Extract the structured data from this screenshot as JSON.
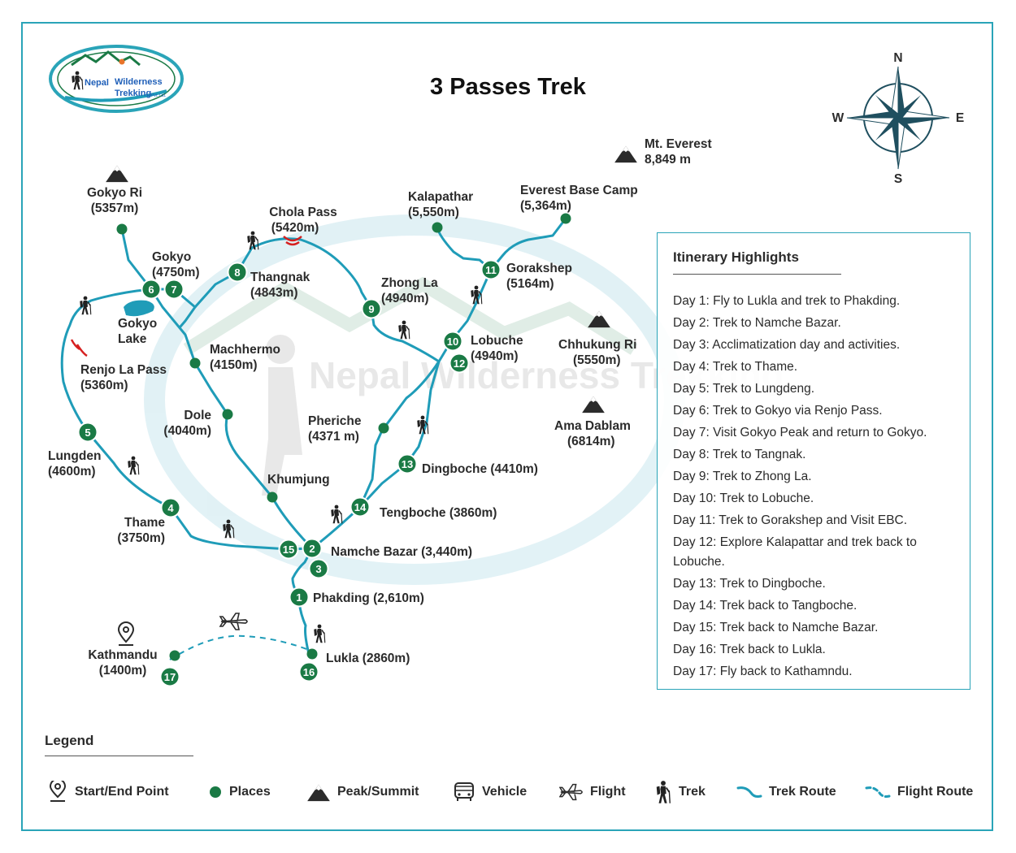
{
  "title": "3 Passes Trek",
  "logo": {
    "line1": "Nepal",
    "line2": "Wilderness",
    "line3": "Trekking",
    "suffix": "Pvt. Ltd."
  },
  "watermark": "Nepal Wilderness Trekking",
  "compass": {
    "n": "N",
    "s": "S",
    "e": "E",
    "w": "W"
  },
  "labels": {
    "everest_name": "Mt. Everest",
    "everest_alt": "8,849 m",
    "gokyo_ri_name": "Gokyo Ri",
    "gokyo_ri_alt": "(5357m)",
    "chola_name": "Chola Pass",
    "chola_alt": "(5420m)",
    "kalapathar_name": "Kalapathar",
    "kalapathar_alt": "(5,550m)",
    "ebc_name": "Everest Base Camp",
    "ebc_alt": "(5,364m)",
    "gokyo_name": "Gokyo",
    "gokyo_alt": "(4750m)",
    "thangnak_name": "Thangnak",
    "thangnak_alt": "(4843m)",
    "gorakshep_name": "Gorakshep",
    "gorakshep_alt": "(5164m)",
    "zhongla_name": "Zhong La",
    "zhongla_alt": "(4940m)",
    "gokyo_lake_1": "Gokyo",
    "gokyo_lake_2": "Lake",
    "lobuche_name": "Lobuche",
    "lobuche_alt": "(4940m)",
    "chhukung_name": "Chhukung Ri",
    "chhukung_alt": "(5550m)",
    "machhermo_name": "Machhermo",
    "machhermo_alt": "(4150m)",
    "renjo_name": "Renjo La Pass",
    "renjo_alt": "(5360m)",
    "dole_name": "Dole",
    "dole_alt": "(4040m)",
    "pheriche_name": "Pheriche",
    "pheriche_alt": "(4371 m)",
    "amadablam_name": "Ama Dablam",
    "amadablam_alt": "(6814m)",
    "lungden_name": "Lungden",
    "lungden_alt": "(4600m)",
    "dingboche": "Dingboche (4410m)",
    "khumjung": "Khumjung",
    "tengboche": "Tengboche (3860m)",
    "thame_name": "Thame",
    "thame_alt": "(3750m)",
    "namche": "Namche Bazar (3,440m)",
    "phakding": "Phakding (2,610m)",
    "kathmandu_name": "Kathmandu",
    "kathmandu_alt": "(1400m)",
    "lukla": "Lukla (2860m)"
  },
  "markers": {
    "m1": "1",
    "m2": "2",
    "m3": "3",
    "m4": "4",
    "m5": "5",
    "m6": "6",
    "m7": "7",
    "m8": "8",
    "m9": "9",
    "m10": "10",
    "m11": "11",
    "m12": "12",
    "m13": "13",
    "m14": "14",
    "m15": "15",
    "m16": "16",
    "m17": "17"
  },
  "itinerary": {
    "title": "Itinerary Highlights",
    "days": [
      "Day 1: Fly to Lukla and trek to Phakding.",
      "Day 2: Trek to Namche Bazar.",
      "Day 3: Acclimatization day and activities.",
      "Day 4: Trek to Thame.",
      "Day 5: Trek to Lungdeng.",
      "Day 6: Trek to Gokyo via Renjo Pass.",
      "Day 7: Visit Gokyo Peak and return to Gokyo.",
      "Day 8: Trek to Tangnak.",
      "Day 9: Trek to Zhong La.",
      "Day 10: Trek to Lobuche.",
      "Day 11: Trek to Gorakshep and Visit EBC.",
      "Day 12: Explore Kalapattar and trek back to Lobuche.",
      "Day 13: Trek to Dingboche.",
      "Day 14: Trek back to Tangboche.",
      "Day 15: Trek back to Namche Bazar.",
      "Day 16: Trek back to Lukla.",
      "Day 17: Fly back to Kathamndu."
    ]
  },
  "legend": {
    "title": "Legend",
    "start_end": "Start/End Point",
    "places": "Places",
    "peak": "Peak/Summit",
    "vehicle": "Vehicle",
    "flight": "Flight",
    "trek": "Trek",
    "trek_route": "Trek Route",
    "flight_route": "Flight Route"
  },
  "icons": [
    "compass-rose-icon",
    "mountain-peak-icon",
    "trekker-icon",
    "location-pin-icon",
    "airplane-icon",
    "bus-icon",
    "pass-arc-icon"
  ],
  "colors": {
    "route": "#1f9cb8",
    "marker": "#1a7a45",
    "pass": "#d62020",
    "border": "#2aa4b8"
  }
}
